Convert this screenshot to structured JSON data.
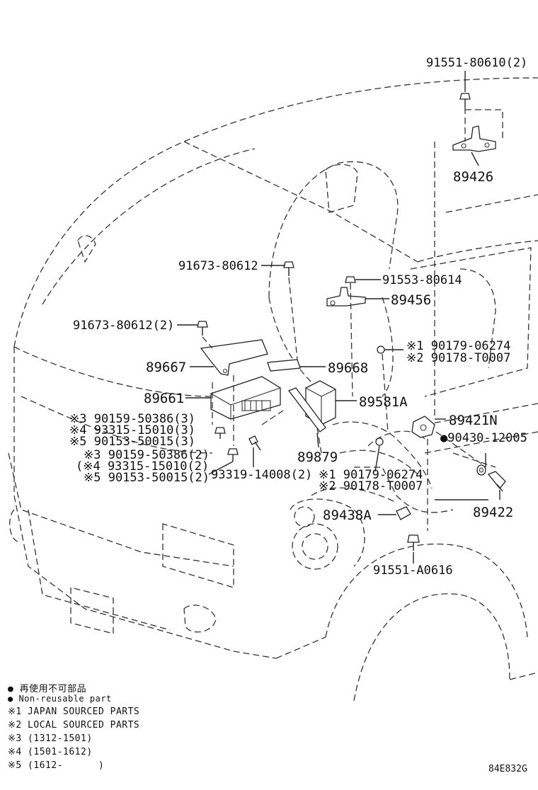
{
  "labels": [
    {
      "id": "lbl-91551-80610",
      "text": "91551-80610(2)"
    },
    {
      "id": "lbl-89426",
      "text": "89426"
    },
    {
      "id": "lbl-91673-80612-a",
      "text": "91673-80612"
    },
    {
      "id": "lbl-91553-80614",
      "text": "91553-80614"
    },
    {
      "id": "lbl-89456",
      "text": "89456"
    },
    {
      "id": "lbl-91673-80612-b",
      "text": "91673-80612(2)"
    },
    {
      "id": "lbl-90179-06274-a",
      "text": "※1 90179-06274"
    },
    {
      "id": "lbl-90178-t0007-a",
      "text": "※2 90178-T0007"
    },
    {
      "id": "lbl-89667",
      "text": "89667"
    },
    {
      "id": "lbl-89668",
      "text": "89668"
    },
    {
      "id": "lbl-89661",
      "text": "89661"
    },
    {
      "id": "lbl-89581a",
      "text": "89581A"
    },
    {
      "id": "lbl-90159-50386-a",
      "text": "※3 90159-50386(3)"
    },
    {
      "id": "lbl-93315-15010-a",
      "text": "※4 93315-15010(3)"
    },
    {
      "id": "lbl-90153-50015-a",
      "text": "※5 90153-50015(3)"
    },
    {
      "id": "lbl-89421n",
      "text": "89421N"
    },
    {
      "id": "lbl-90430-12005",
      "text": "●90430-12005"
    },
    {
      "id": "lbl-89879",
      "text": "89879"
    },
    {
      "id": "lbl-90159-50386-b",
      "text": "※3 90159-50386(2)"
    },
    {
      "id": "lbl-93315-15010-b",
      "text": "(※4 93315-15010(2)"
    },
    {
      "id": "lbl-90153-50015-b",
      "text": "※5 90153-50015(2)"
    },
    {
      "id": "lbl-93319-14008",
      "text": "93319-14008(2)"
    },
    {
      "id": "lbl-90179-06274-b",
      "text": "※1 90179-06274"
    },
    {
      "id": "lbl-90178-t0007-b",
      "text": "※2 90178-T0007"
    },
    {
      "id": "lbl-89438a",
      "text": "89438A"
    },
    {
      "id": "lbl-89422",
      "text": "89422"
    },
    {
      "id": "lbl-91551-a0616",
      "text": "91551-A0616"
    }
  ],
  "legend": {
    "line1": "● 再使用不可部品",
    "line2": "● Non-reusable part",
    "line3": "※1 JAPAN SOURCED PARTS",
    "line4": "※2 LOCAL SOURCED PARTS",
    "line5": "※3 (1312-1501)",
    "line6": "※4 (1501-1612)",
    "line7": "※5 (1612-      )"
  },
  "diagram_code": "84E832G"
}
